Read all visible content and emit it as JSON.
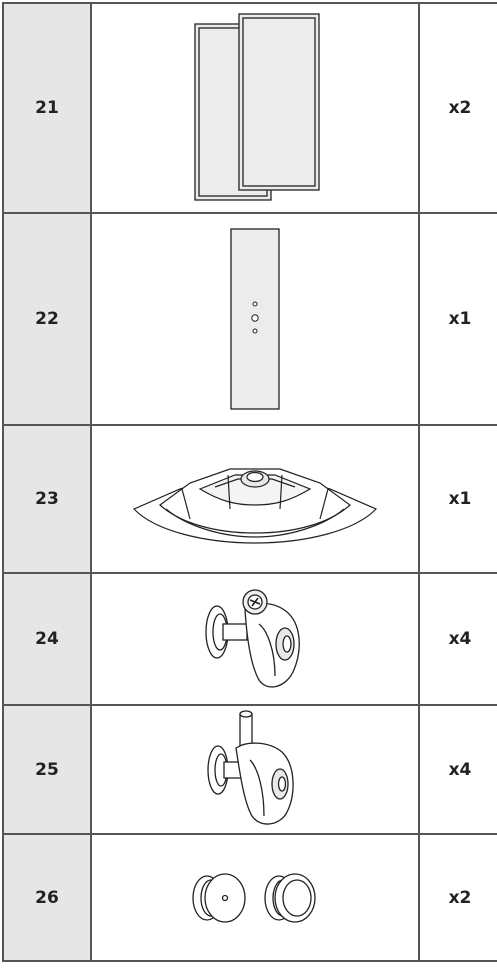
{
  "parts": [
    {
      "number": "21",
      "quantity": "x2",
      "illustration": "glass-panels-icon"
    },
    {
      "number": "22",
      "quantity": "x1",
      "illustration": "panel-strip-icon"
    },
    {
      "number": "23",
      "quantity": "x1",
      "illustration": "shower-tray-icon"
    },
    {
      "number": "24",
      "quantity": "x4",
      "illustration": "roller-bracket-icon"
    },
    {
      "number": "25",
      "quantity": "x4",
      "illustration": "roller-with-pin-icon"
    },
    {
      "number": "26",
      "quantity": "x2",
      "illustration": "knob-handles-icon"
    }
  ]
}
